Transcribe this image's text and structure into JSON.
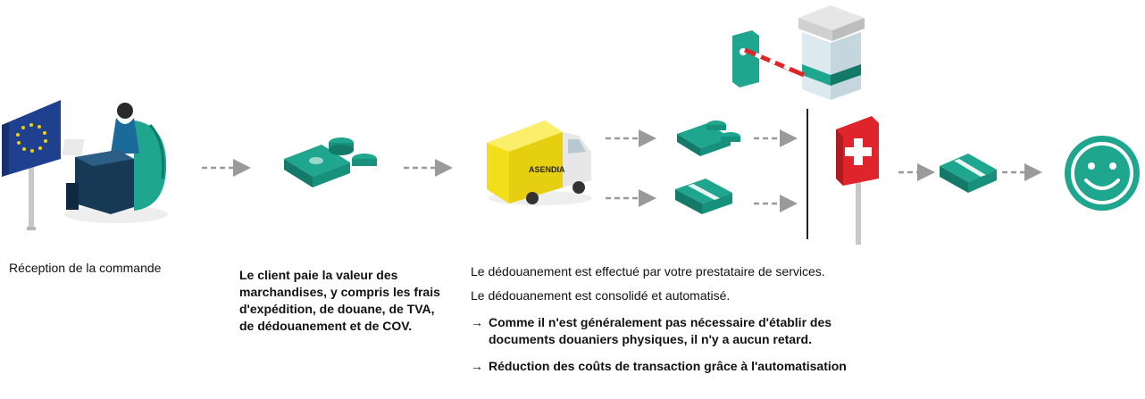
{
  "steps": {
    "order_reception": "Réception de la commande",
    "customer_pays": "Le client paie la valeur des marchandises, y compris les frais d'expédition, de douane, de TVA, de dédouanement et de COV."
  },
  "customs": {
    "info_1": "Le dédouanement est effectué par votre prestataire de services.",
    "info_2": "Le dédouanement est consolidé et automatisé.",
    "bullets": [
      {
        "arrow": "→",
        "text": "Comme il n'est généralement pas nécessaire d'établir des documents douaniers physiques, il n'y a aucun retard."
      },
      {
        "arrow": "→",
        "text": "Réduction des coûts de transaction grâce à l'automatisation"
      }
    ]
  },
  "truck_brand": "ASENDIA",
  "colors": {
    "teal": "#1fa68e",
    "teal_dark": "#137a69",
    "eu_blue": "#1f3f8f",
    "eu_star": "#f5d000",
    "truck_yellow": "#f2df1a",
    "swiss_red": "#e0242b",
    "arrow_gray": "#9a9a9a",
    "navy_desk": "#163a55"
  },
  "icons": [
    "eu-flag-icon",
    "customer-at-desk-icon",
    "money-icon",
    "delivery-truck-icon",
    "money-icon",
    "parcel-icon",
    "customs-booth-barrier-icon",
    "swiss-flag-icon",
    "parcel-icon",
    "smiley-face-icon",
    "dashed-arrow-icon"
  ]
}
